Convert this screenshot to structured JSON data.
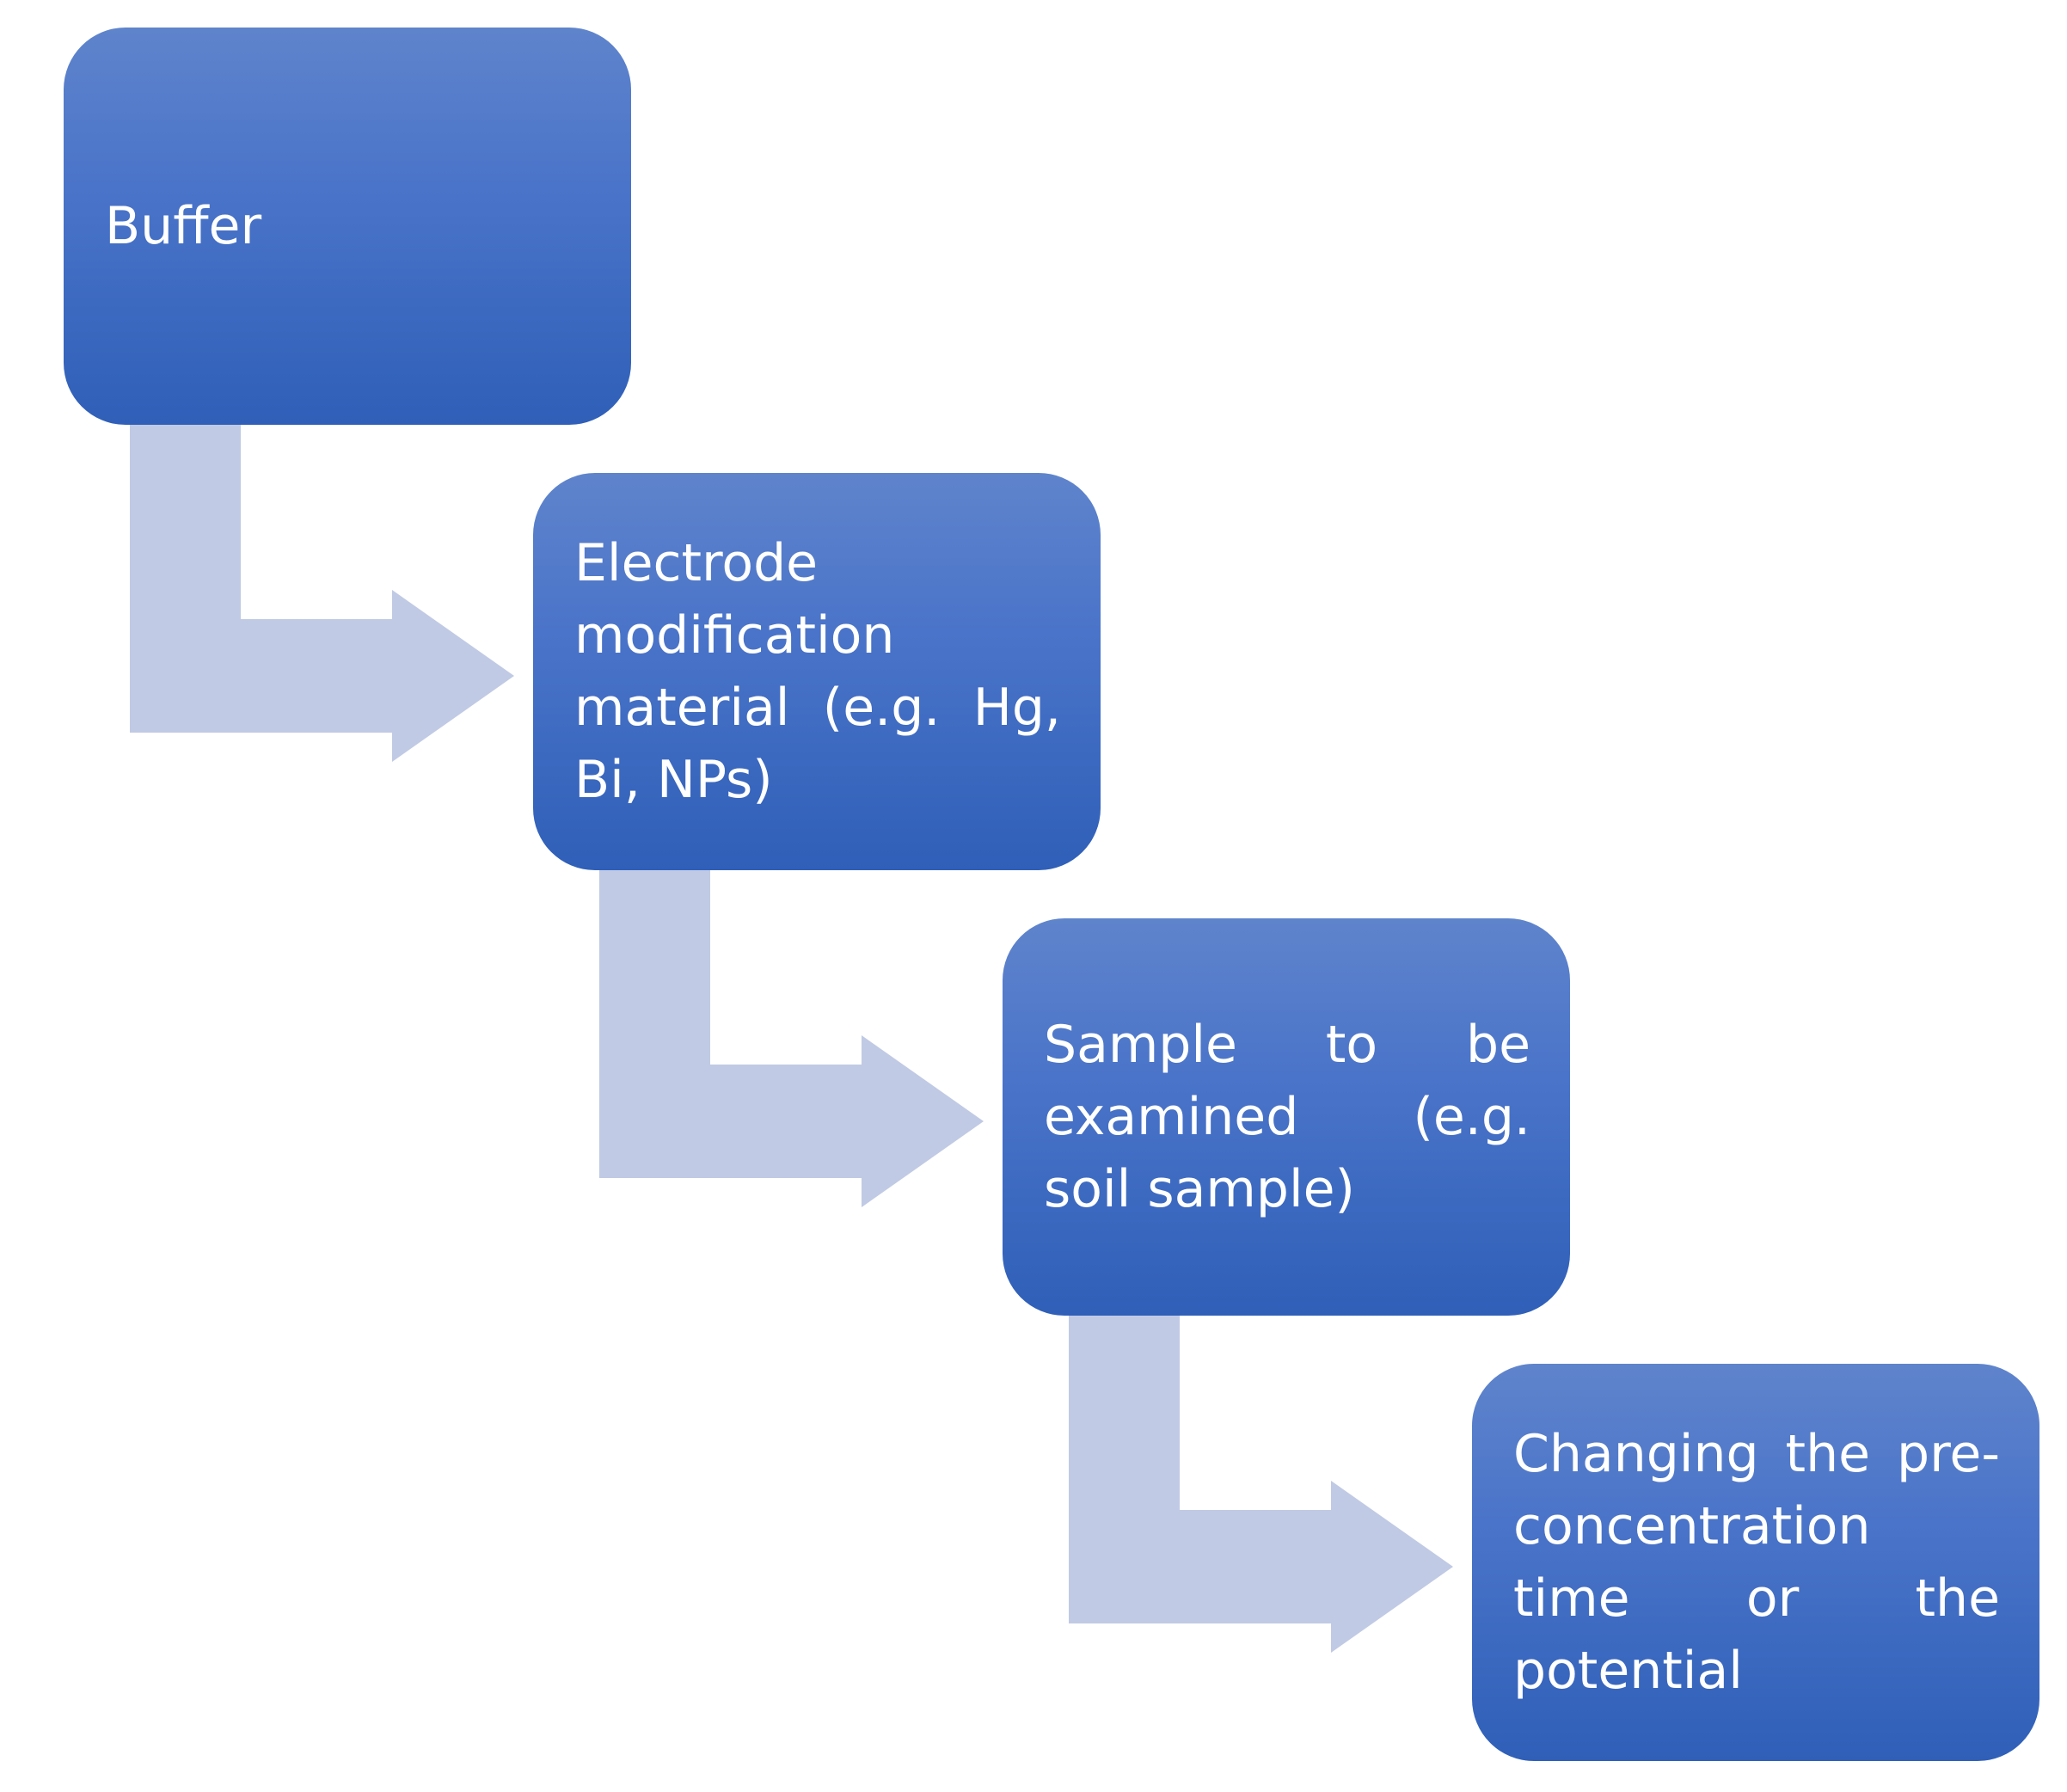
{
  "diagram": {
    "steps": [
      {
        "text": "Buffer"
      },
      {
        "text": "Electrode modification material (e.g. Hg, Bi, NPs)"
      },
      {
        "text": "Sample to be examined (e.g. soil sample)"
      },
      {
        "text": "Changing the pre-concentration time or the potential"
      }
    ],
    "colors": {
      "box_top": "#5f84cc",
      "box_bottom": "#2f5fb8",
      "text": "#ffffff",
      "connector": "#c0cae4"
    }
  }
}
